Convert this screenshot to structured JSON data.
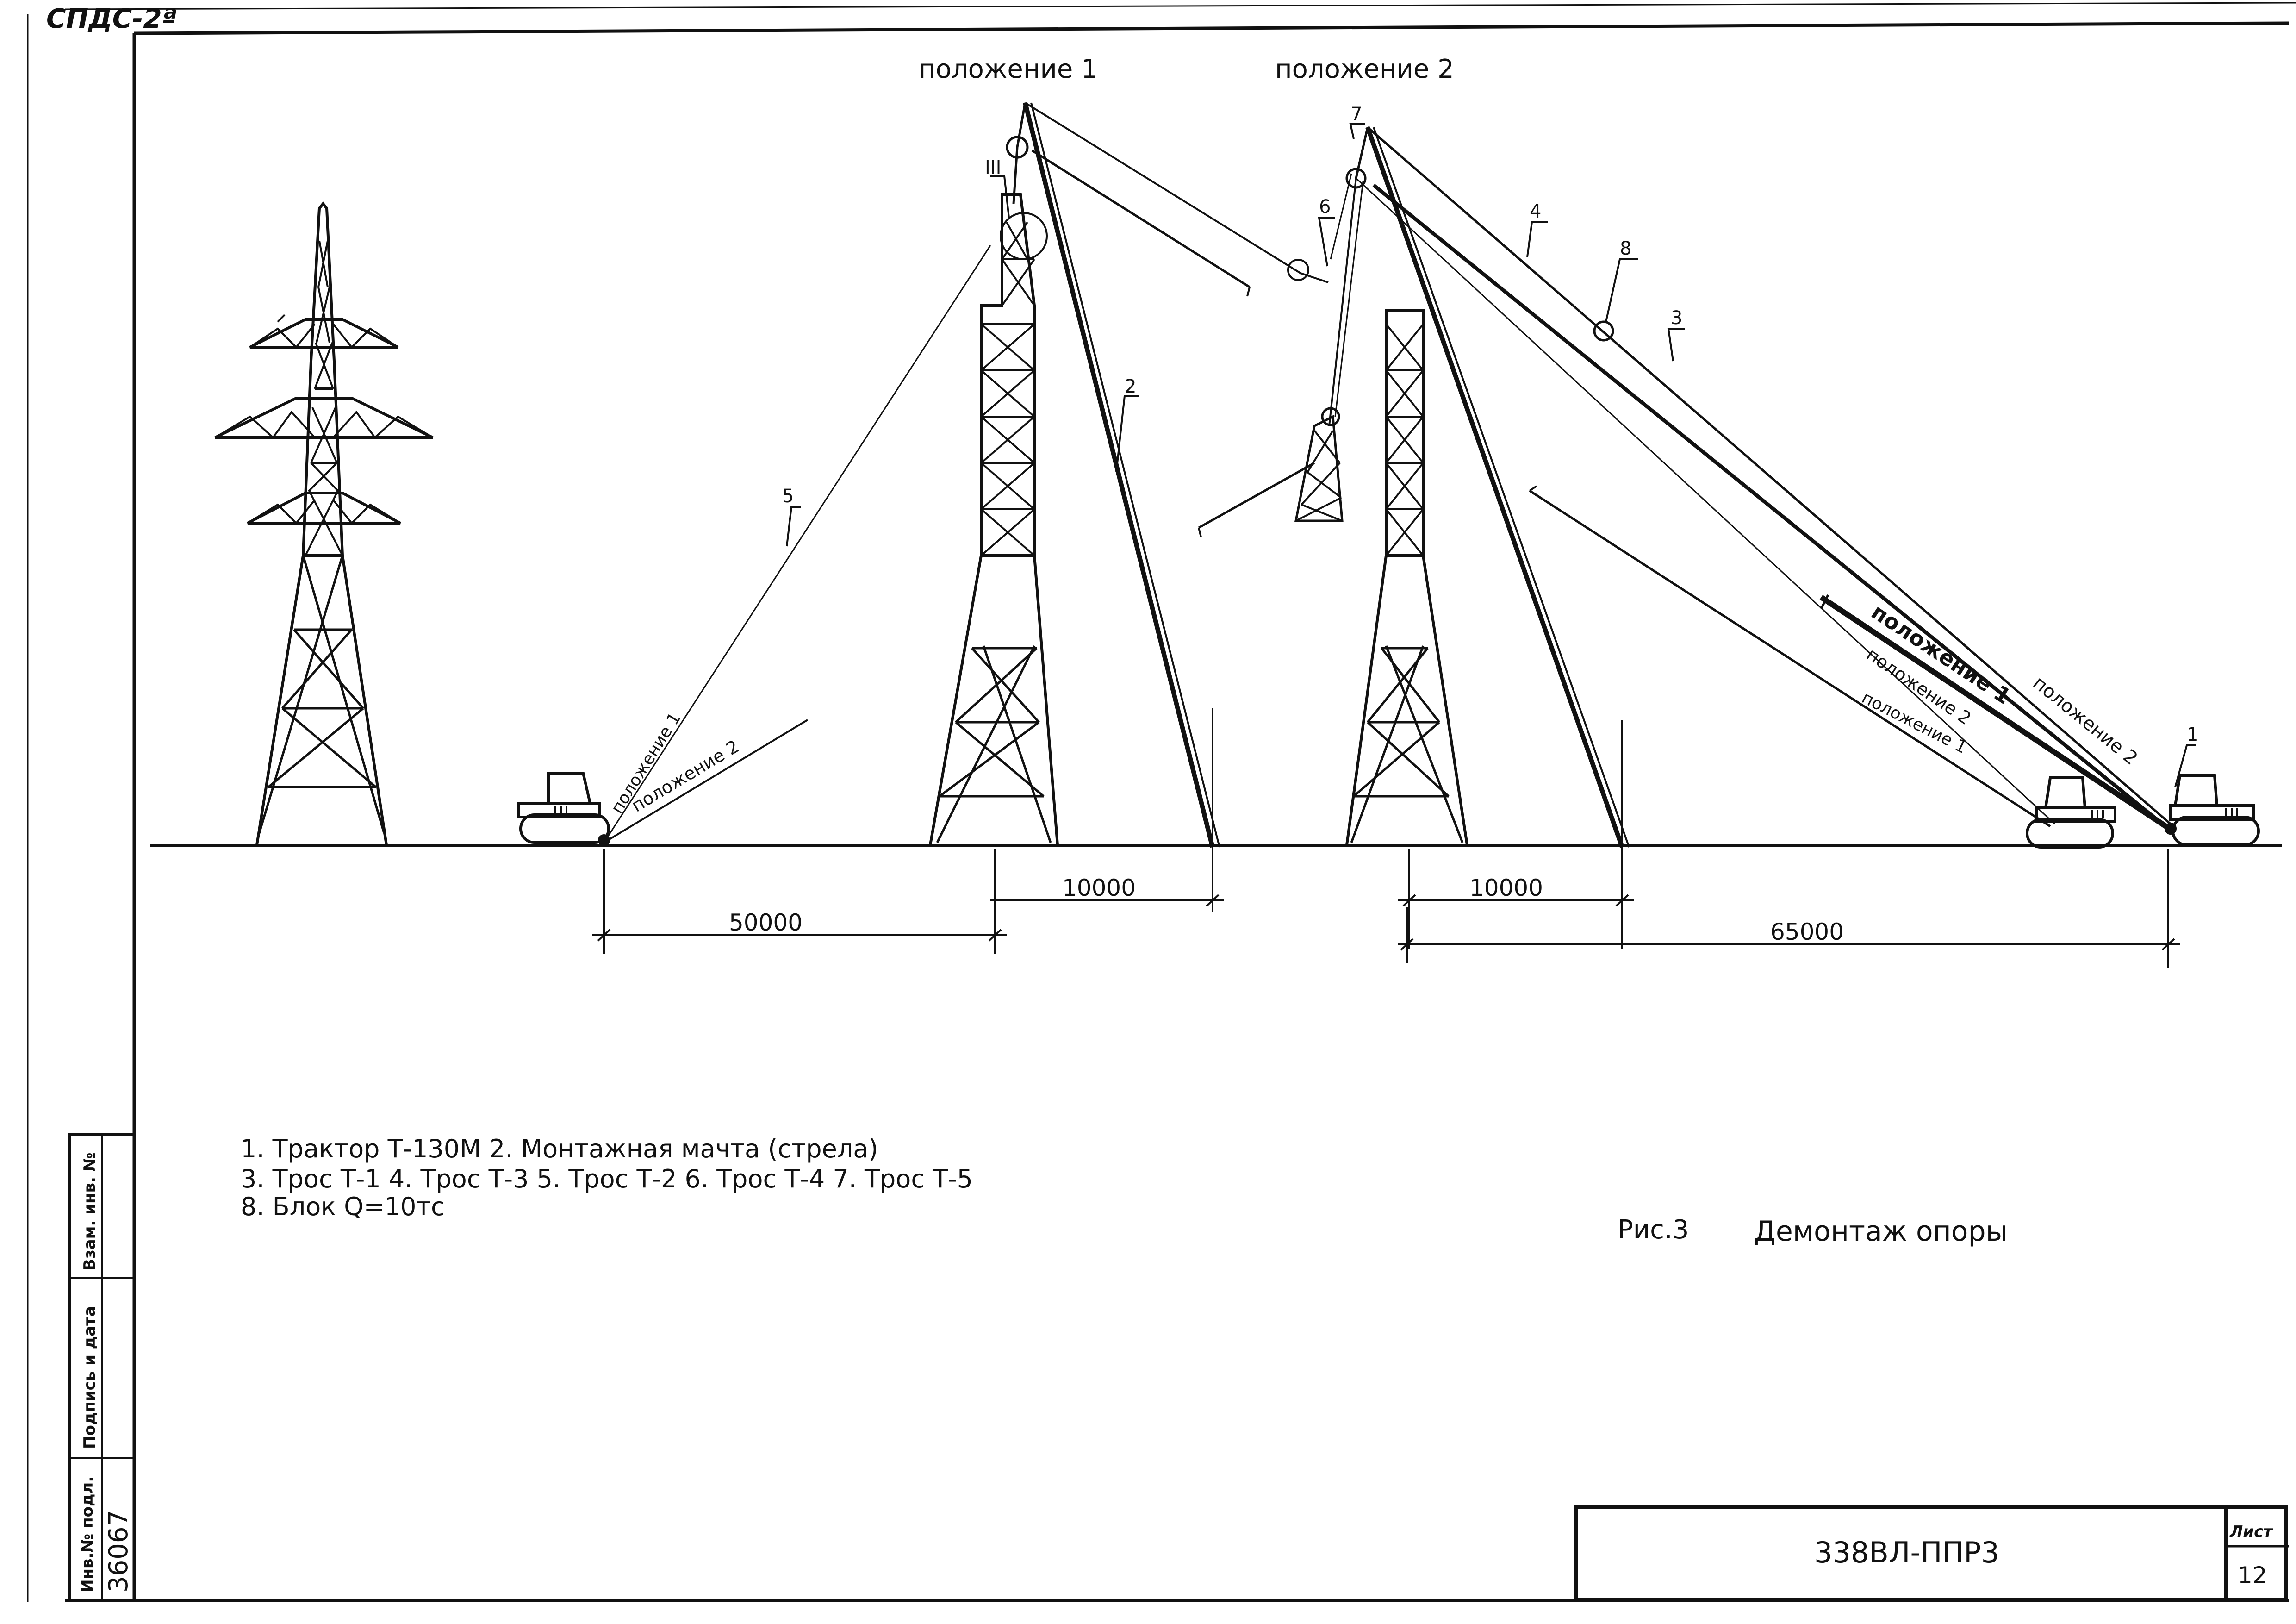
{
  "header": {
    "stamp": "СПДС-2ª"
  },
  "positions": {
    "pos1": "положение 1",
    "pos2": "положение 2"
  },
  "callouts": {
    "c1": "1",
    "c2": "2",
    "c3": "3",
    "c4": "4",
    "c5": "5",
    "c6": "6",
    "c7": "7",
    "c8": "8",
    "iii": "III"
  },
  "rope_labels": {
    "left_pos1": "положение 1",
    "left_pos2": "положение 2",
    "right_boom_pos1": "положение 1",
    "right_pos2": "положение 2",
    "right_pos1": "положение 1",
    "right_far_pos2": "положение 2"
  },
  "dimensions": {
    "d50000": "50000",
    "d10000_left": "10000",
    "d10000_right": "10000",
    "d65000": "65000"
  },
  "legend": {
    "line1": "1. Трактор Т-130М 2. Монтажная мачта (стрела)",
    "line2": "3. Трос Т-1 4. Трос Т-3 5. Трос Т-2 6. Трос Т-4 7. Трос Т-5",
    "line3": "8. Блок Q=10тс"
  },
  "figure": {
    "number": "Рис.3",
    "title": "Демонтаж опоры"
  },
  "stamp_block": {
    "code": "338ВЛ-ППР3",
    "sheet_label": "Лист",
    "sheet_no": "12"
  },
  "side_margin": {
    "inv_label": "Инв.№ подл.",
    "inv_no": "36067",
    "sign_label": "Подпись и дата",
    "replace_label": "Взам. инв. №"
  }
}
